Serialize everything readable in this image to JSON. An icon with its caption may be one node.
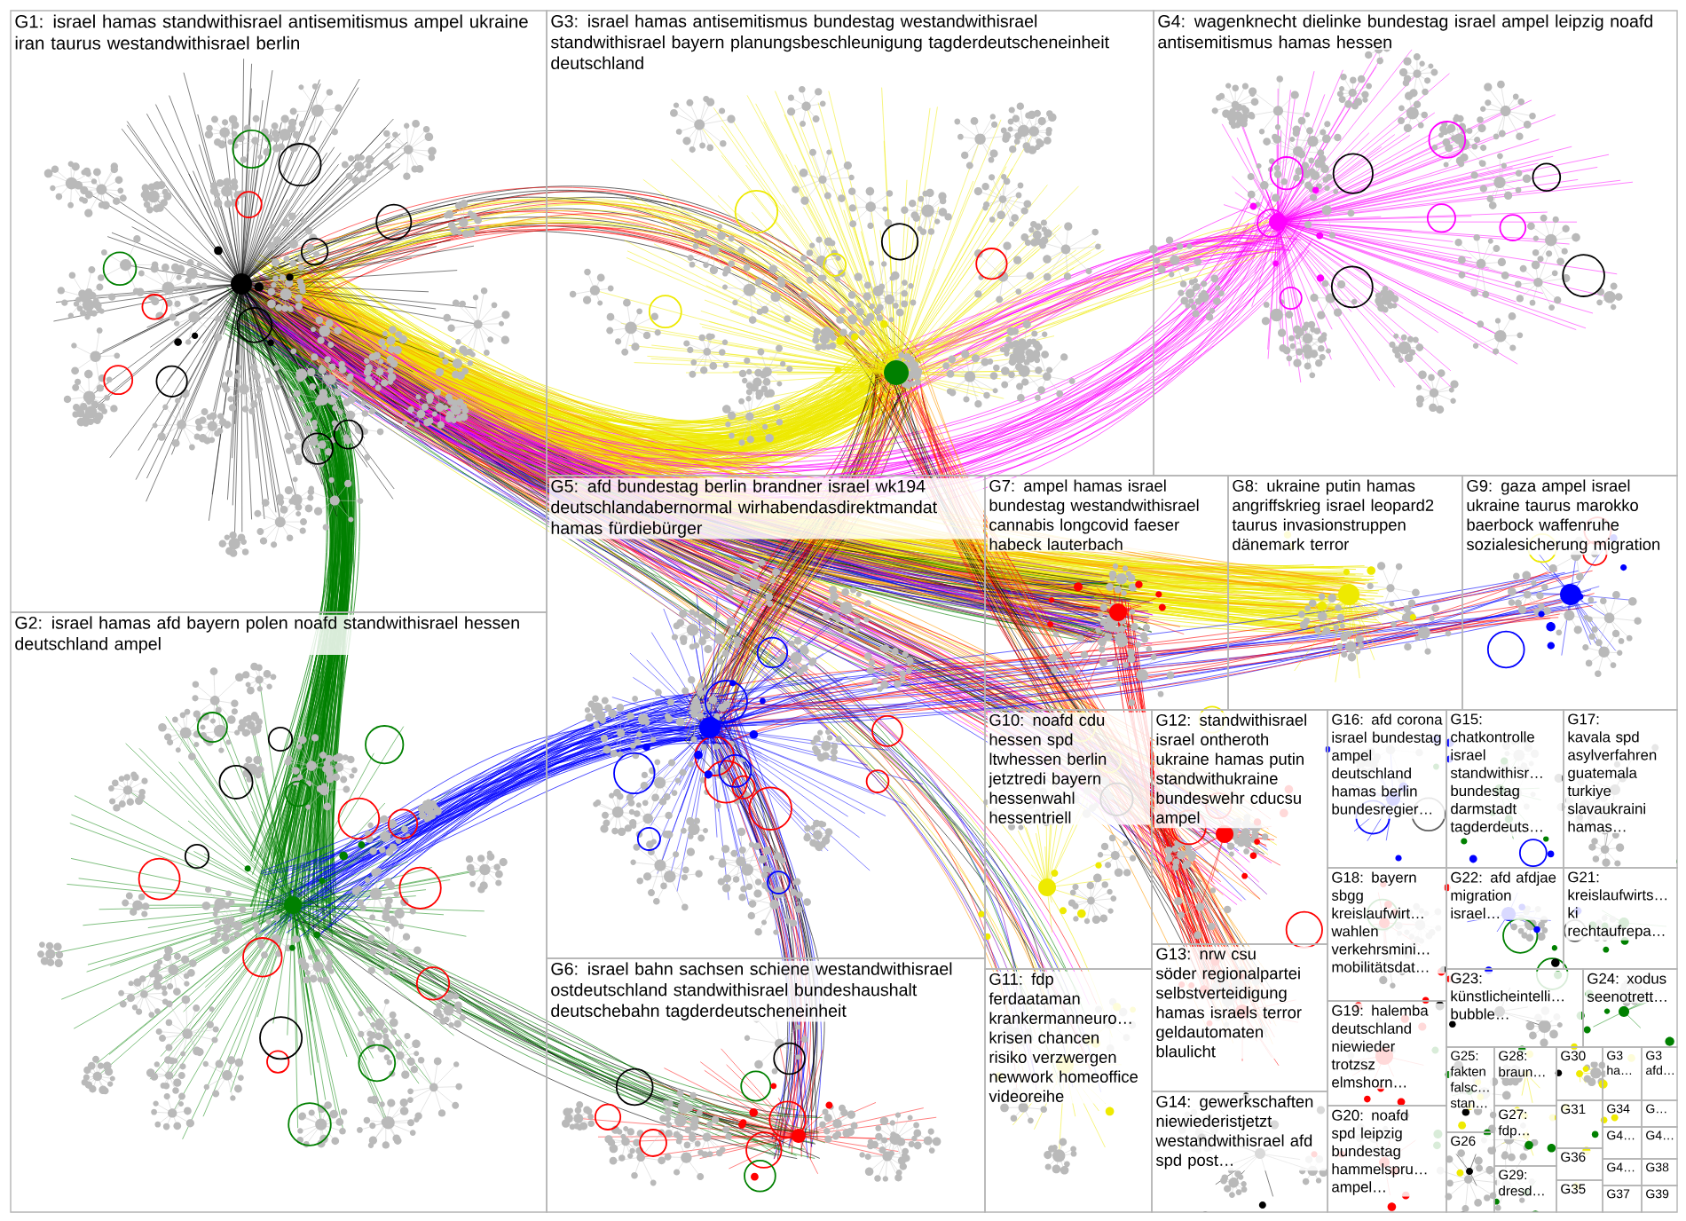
{
  "diagram": {
    "nodes": [
      {
        "text": [
          "G1: israel hamas standwithisrael antisemitismus ampel ukraine iran taurus westandwithisrael berlin"
        ]
      },
      {
        "text": [
          "G3: israel hamas antisemitismus bundestag westandwithisrael standwithisrael bayern planungsbeschleunigung tagderdeutscheneinheit deutschland"
        ]
      },
      {
        "text": [
          "G4: wagenknecht dielinke bundestag israel ampel leipzig noafd antisemitismus hamas hessen"
        ]
      },
      {
        "text": [
          "G5: afd bundestag berlin brandner israel wk194 deutschlandabernormal wirhabendasdirektmandat hamas fürdiebürger"
        ]
      },
      {
        "text": [
          "G7: ampel hamas israel bundestag westandwithisrael cannabis longcovid faeser habeck lauterbach"
        ]
      },
      {
        "text": [
          "G8: ukraine putin hamas angriffskrieg israel leopard2 taurus invasionstruppen dänemark terror"
        ]
      },
      {
        "text": [
          "G9: gaza ampel israel ukraine taurus marokko baerbock waffenruhe sozialesicherung migration"
        ]
      },
      {
        "text": [
          "G2: israel hamas afd bayern polen noafd standwithisrael hessen deutschland ampel"
        ]
      },
      {
        "text": [
          "G10: noafd cdu hessen spd ltwhessen berlin jetztredi bayern hessenwahl hessentriell"
        ]
      },
      {
        "text": [
          "G12: standwithisrael israel ontheroth ukraine hamas putin standwithukraine bundeswehr cducsu ampel"
        ]
      },
      {
        "text": [
          "G16: afd corona israel bundestag ampel deutschland hamas berlin bundesregier…"
        ]
      },
      {
        "text": [
          "G15: chatkontrolle israel standwithisr… bundestag darmstadt tagderdeuts…"
        ]
      },
      {
        "text": [
          "G17: kavala spd asylverfahren guatemala turkiye slavaukraini hamas…"
        ]
      },
      {
        "text": [
          "G18: bayern sbgg kreislaufwirt… wahlen verkehrsmini… mobilitätsdat…"
        ]
      },
      {
        "text": [
          "G22: afd afdjae migration israel…"
        ]
      },
      {
        "text": [
          "G21: kreislaufwirts… ki rechtaufrepa…"
        ]
      },
      {
        "text": [
          "G13: nrw csu söder regionalpartei selbstverteidigung hamas israels terror geldautomaten blaulicht"
        ]
      },
      {
        "text": [
          "G6: israel bahn sachsen schiene westandwithisrael ostdeutschland standwithisrael bundeshaushalt deutschebahn tagderdeutscheneinheit"
        ]
      },
      {
        "text": [
          "G11: fdp ferdaataman krankermanneuro… krisen chancen risiko verzwergen newwork homeoffice videoreihe"
        ]
      },
      {
        "text": [
          "G23: künstlicheintelli… bubble…"
        ]
      },
      {
        "text": [
          "G24: xodus seenotrett…"
        ]
      },
      {
        "text": [
          "G19: halemba deutschland niewieder trotzsz elmshorn…"
        ]
      },
      {
        "text": [
          "G25: fakten falsc… stan…"
        ]
      },
      {
        "text": [
          "G28: braun…"
        ]
      },
      {
        "text": [
          "G30"
        ]
      },
      {
        "text": [
          "G3 ha…"
        ]
      },
      {
        "text": [
          "G3 afd…"
        ]
      },
      {
        "text": [
          "G14: gewerkschaften niewiederistjetzt westandwithisrael afd spd post…"
        ]
      },
      {
        "text": [
          "G31"
        ]
      },
      {
        "text": [
          "G34"
        ]
      },
      {
        "text": [
          "G…"
        ]
      },
      {
        "text": [
          "G20: noafd spd leipzig bundestag hammelspru… ampel…"
        ]
      },
      {
        "text": [
          "G27: fdp…"
        ]
      },
      {
        "text": [
          "G4…"
        ]
      },
      {
        "text": [
          "G4…"
        ]
      },
      {
        "text": [
          "G26"
        ]
      },
      {
        "text": [
          "G36"
        ]
      },
      {
        "text": [
          "G4…"
        ]
      },
      {
        "text": [
          "G38"
        ]
      },
      {
        "text": [
          "G29: dresd…"
        ]
      },
      {
        "text": [
          "G35"
        ]
      },
      {
        "text": [
          "G37"
        ]
      },
      {
        "text": [
          "G39"
        ]
      }
    ]
  }
}
